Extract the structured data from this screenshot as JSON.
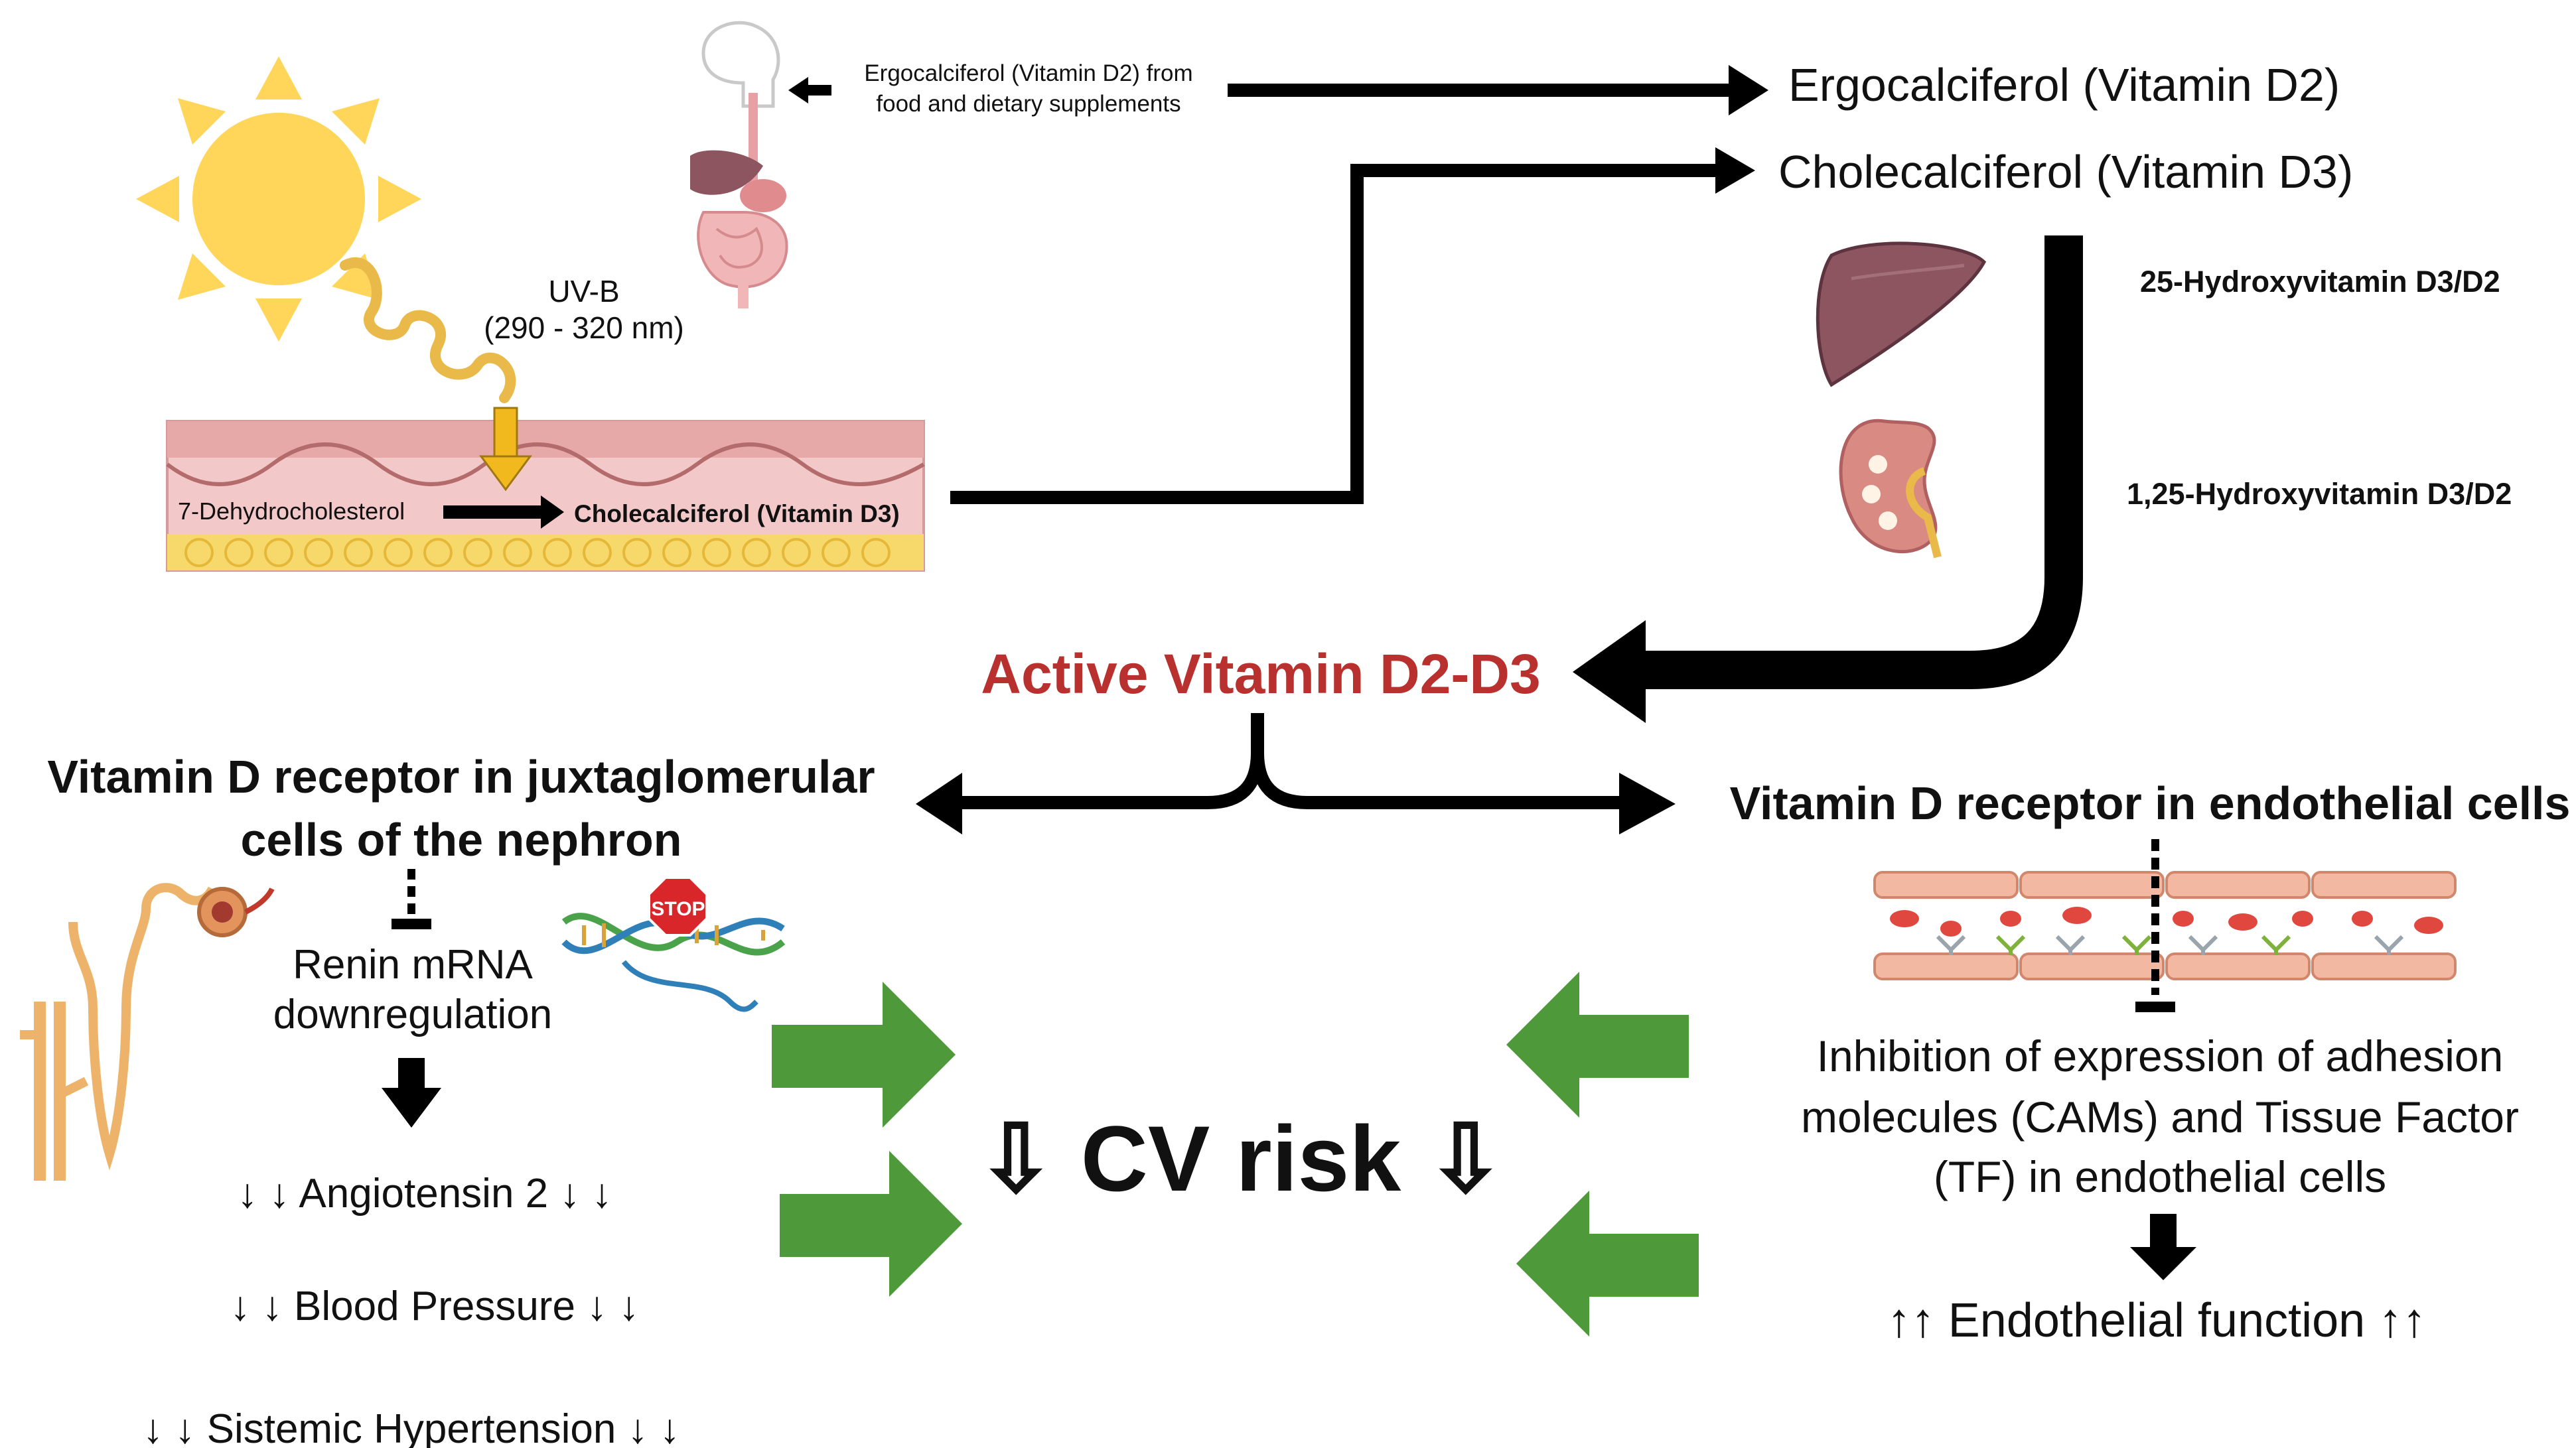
{
  "sources": {
    "uvb_line1": "UV-B",
    "uvb_line2": "(290 - 320 nm)",
    "food_line1": "Ergocalciferol (Vitamin D2) from",
    "food_line2": "food and dietary supplements",
    "skin_precursor": "7-Dehydrocholesterol",
    "skin_product": "Cholecalciferol (Vitamin D3)"
  },
  "forms": {
    "d2": "Ergocalciferol (Vitamin D2)",
    "d3": "Cholecalciferol (Vitamin D3)",
    "liver_step": "25-Hydroxyvitamin D3/D2",
    "kidney_step": "1,25-Hydroxyvitamin D3/D2"
  },
  "active": "Active Vitamin D2-D3",
  "left_branch": {
    "heading_line1": "Vitamin D receptor in juxtaglomerular",
    "heading_line2": "cells of the nephron",
    "renin_line1": "Renin mRNA",
    "renin_line2": "downregulation",
    "stop_sign": "STOP",
    "angiotensin": "↓ ↓  Angiotensin 2 ↓ ↓",
    "blood_pressure": "↓ ↓  Blood Pressure ↓ ↓",
    "hypertension": "↓ ↓  Sistemic Hypertension ↓ ↓"
  },
  "right_branch": {
    "heading": "Vitamin D receptor in endothelial cells",
    "inhibition_line1": "Inhibition of expression of adhesion",
    "inhibition_line2": "molecules (CAMs) and Tissue Factor",
    "inhibition_line3": "(TF) in endothelial cells",
    "endothelial": "↑↑ Endothelial  function ↑↑"
  },
  "outcome": "⇩ CV risk ⇩",
  "colors": {
    "active_text": "#b8312f",
    "green_arrow": "#4e9a3a",
    "sun": "#ffd65a",
    "sun_rays": "#ffd65a",
    "uv_wave": "#e9b94a",
    "uv_arrow": "#f2b91e",
    "skin": "#f3c8c9",
    "skin_fat": "#f6d86b",
    "liver": "#8c5560",
    "kidney": "#d98a82",
    "endothelial_cell": "#f2b8a2",
    "red_blood_cell": "#e0483f"
  },
  "icons": [
    "sun-icon",
    "digestive-system-icon",
    "liver-icon",
    "kidney-icon",
    "nephron-icon",
    "dna-icon",
    "stop-sign-icon",
    "blood-vessel-icon",
    "skin-layer-icon"
  ]
}
